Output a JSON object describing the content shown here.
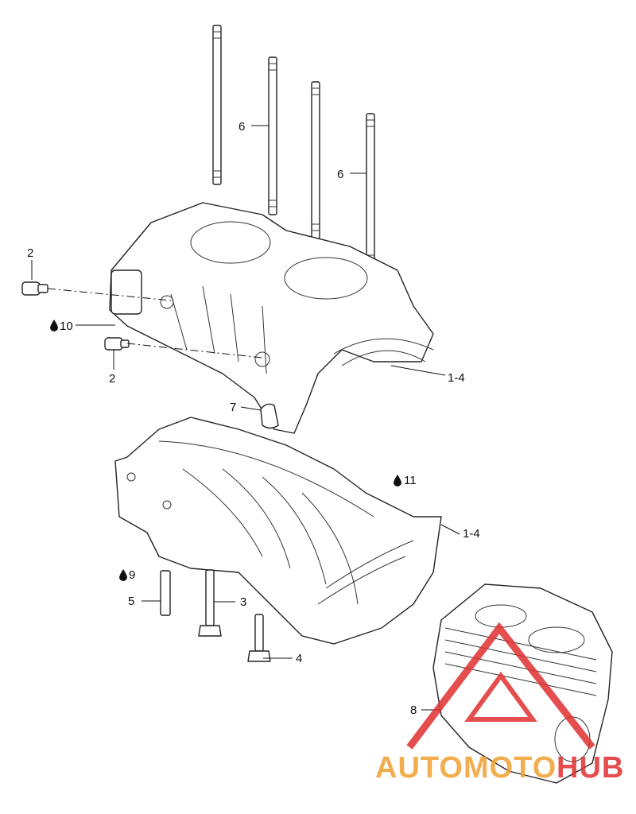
{
  "callouts": {
    "c2a": "2",
    "c10": "10",
    "c2b": "2",
    "c6a": "6",
    "c6b": "6",
    "c14a": "1-4",
    "c7": "7",
    "c11": "11",
    "c14b": "1-4",
    "c9": "9",
    "c5": "5",
    "c3": "3",
    "c4": "4",
    "c8": "8"
  },
  "watermark": {
    "text_a": "AUTOMOTO",
    "text_b": "HUB",
    "color_orange": "#f0a030",
    "color_red": "#e03030"
  },
  "icons": {
    "drop": "oil-drop-icon"
  }
}
